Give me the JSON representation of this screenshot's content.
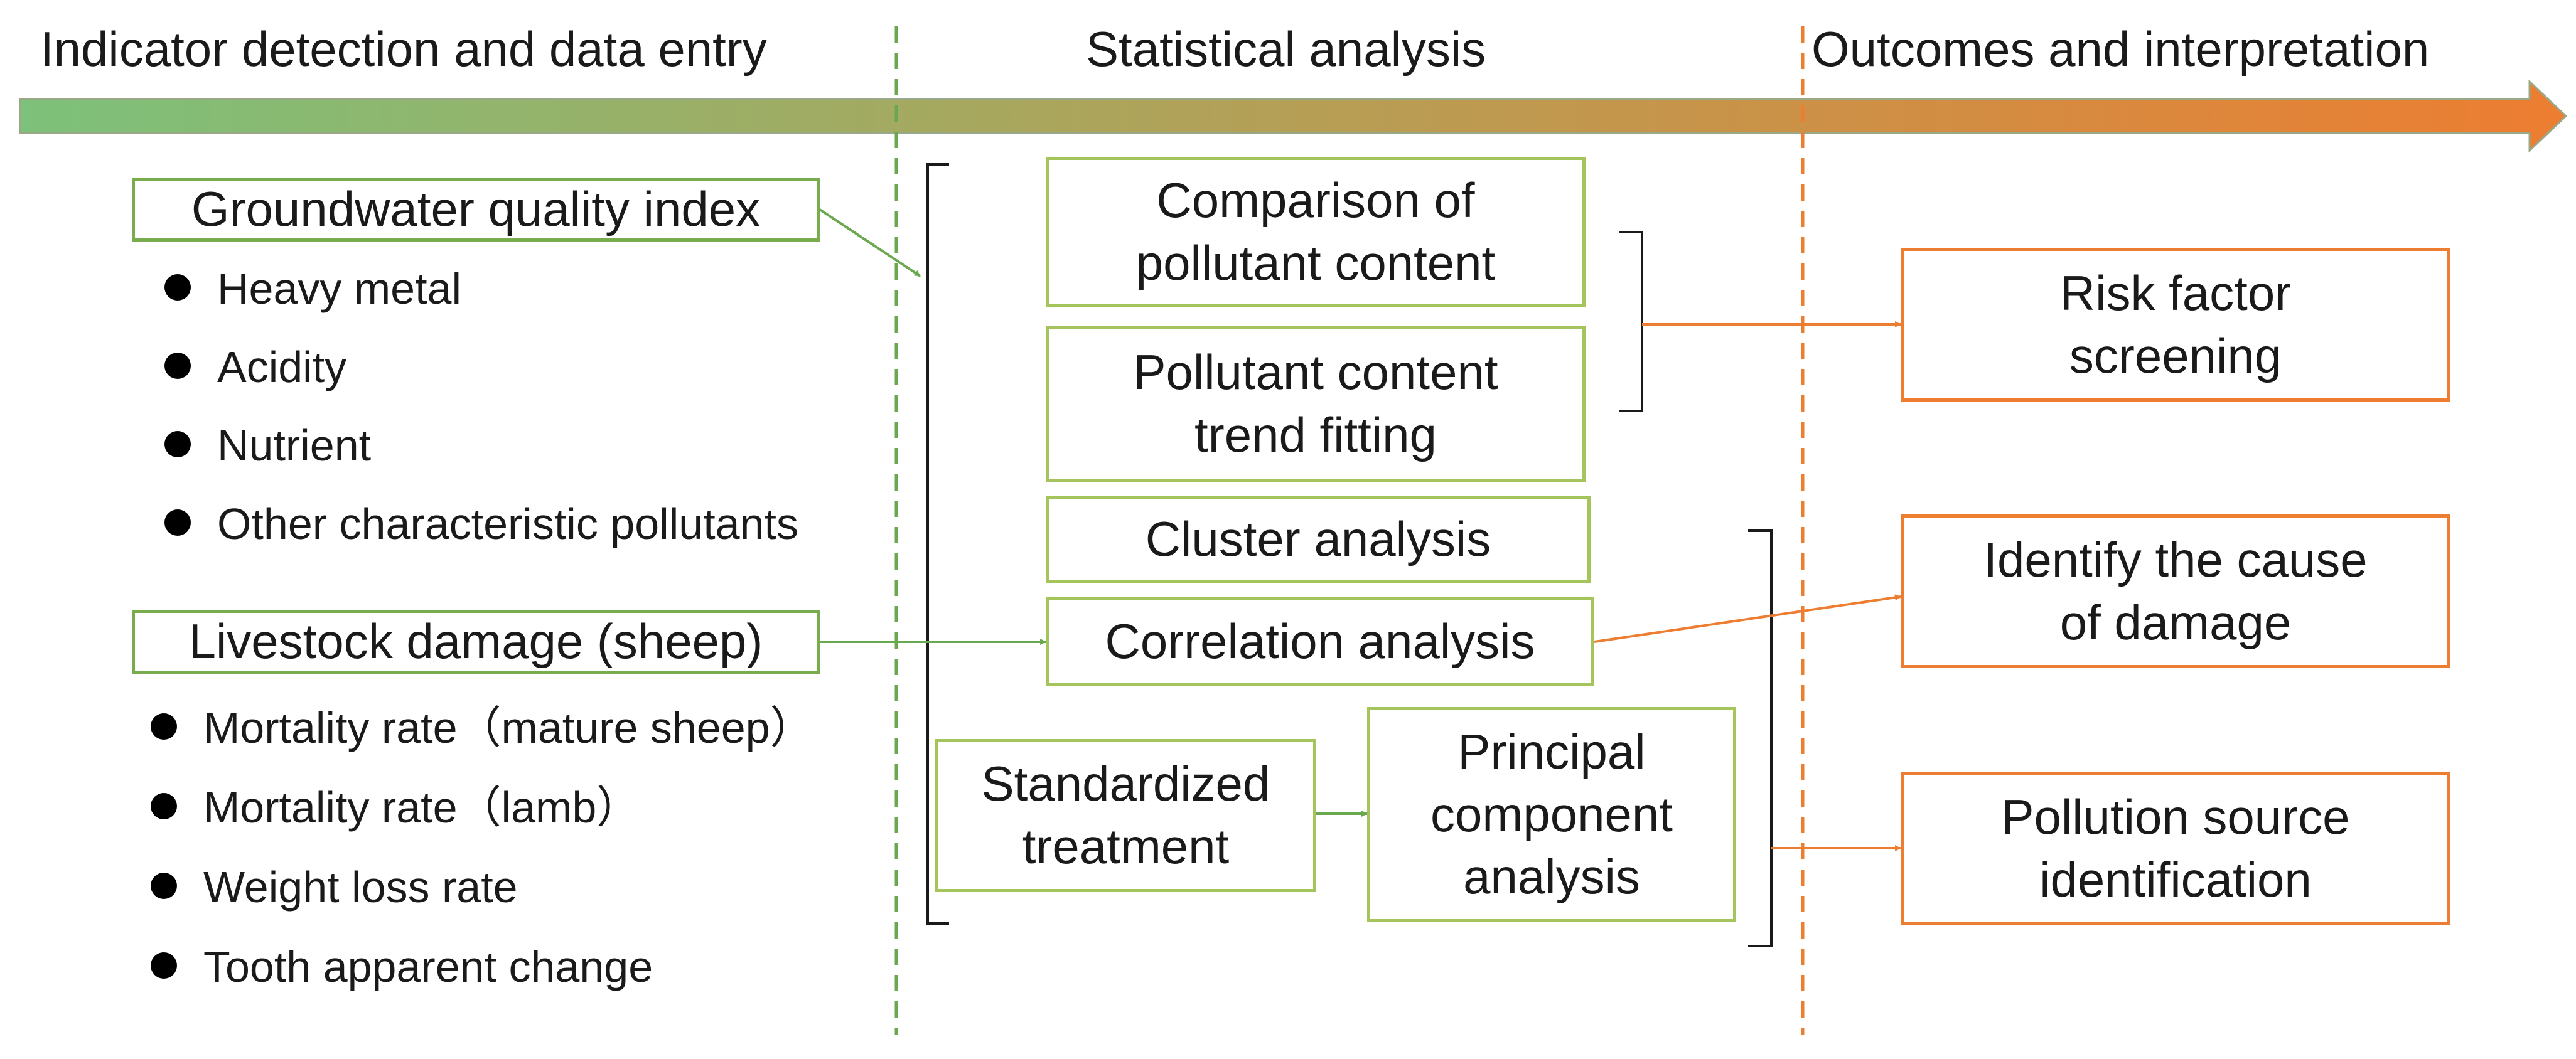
{
  "headers": {
    "col1": "Indicator detection and data entry",
    "col2": "Statistical analysis",
    "col3": "Outcomes and interpretation"
  },
  "colors": {
    "arrow_gradient_start": "#7dc17a",
    "arrow_gradient_end": "#ed7d31",
    "green_line": "#6aa84f",
    "orange_line": "#ed7d31",
    "box_border_green": "#78ac4c",
    "box_border_orange": "#ed7d31"
  },
  "inputs": {
    "groundwater": {
      "title": "Groundwater quality index",
      "items": [
        "Heavy metal",
        "Acidity",
        "Nutrient",
        "Other characteristic pollutants"
      ]
    },
    "livestock": {
      "title": "Livestock damage (sheep)",
      "items": [
        "Mortality rate（mature sheep）",
        "Mortality rate（lamb）",
        "Weight loss rate",
        "Tooth apparent change"
      ]
    }
  },
  "analysis": {
    "comparison": "Comparison of\npollutant content",
    "trend": "Pollutant content\ntrend fitting",
    "cluster": "Cluster analysis",
    "correlation": "Correlation analysis",
    "standardized": "Standardized\ntreatment",
    "pca": "Principal\ncomponent\nanalysis"
  },
  "outcomes": {
    "risk": "Risk factor\nscreening",
    "cause": "Identify the cause\nof damage",
    "source": "Pollution source\nidentification"
  }
}
